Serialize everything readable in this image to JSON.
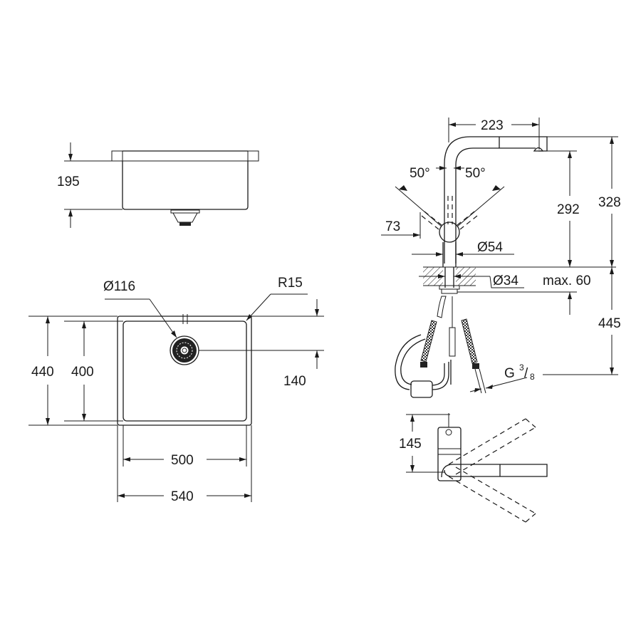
{
  "drawing": {
    "type": "technical dimension drawing",
    "subject": "Kitchen sink and pull-out faucet set",
    "units": "mm",
    "colors": {
      "line": "#1a1a1a",
      "background": "#ffffff"
    }
  },
  "sink_side_view": {
    "height_label": "195"
  },
  "sink_top_view": {
    "drain_diameter_label": "Ø116",
    "corner_radius_label": "R15",
    "outer_height_label": "440",
    "inner_height_label": "400",
    "drain_offset_label": "140",
    "inner_width_label": "500",
    "outer_width_label": "540"
  },
  "faucet_side_view": {
    "spout_reach_label": "223",
    "swivel_left_label": "50°",
    "swivel_right_label": "50°",
    "outlet_height_label": "292",
    "total_height_label": "328",
    "lever_offset_label": "73",
    "body_diameter_label": "Ø54",
    "hole_diameter_label": "Ø34",
    "max_deck_thickness_label": "max. 60",
    "below_deck_length_label": "445",
    "connection_label_main": "G",
    "connection_label_num": "3",
    "connection_label_den": "8"
  },
  "faucet_top_view": {
    "depth_label": "145"
  }
}
